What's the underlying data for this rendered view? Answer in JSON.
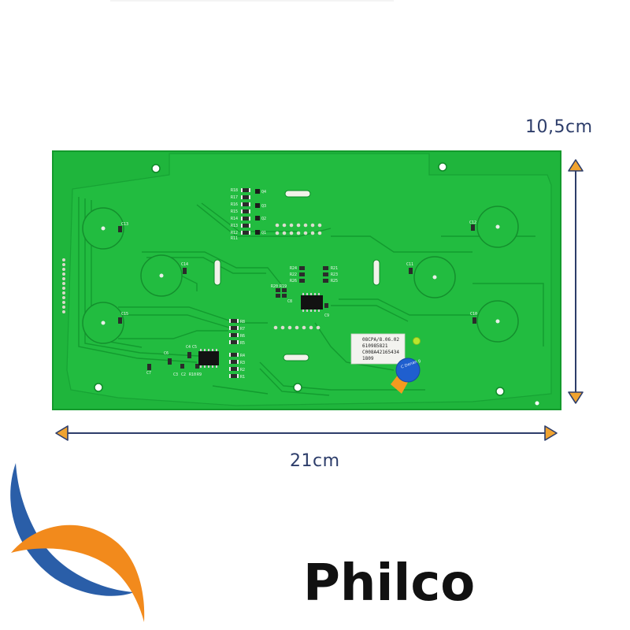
{
  "dimensions": {
    "height_label": "10,5cm",
    "width_label": "21cm"
  },
  "brand": {
    "name": "Philco"
  },
  "board": {
    "sticker_lines": [
      "08CPA/8.06.02",
      "610985821",
      "C008A42165434",
      "1809"
    ],
    "capacitor_label": "C\nDenan\ng",
    "silkscreen": [
      "C13",
      "C12",
      "C14",
      "C11",
      "C15",
      "C10",
      "Q4",
      "Q3",
      "Q2",
      "Q1",
      "R18",
      "R17",
      "R16",
      "R15",
      "R14",
      "R13",
      "R12",
      "R11",
      "R24",
      "R22",
      "R26",
      "R21",
      "R23",
      "R25",
      "R20",
      "R19",
      "C8",
      "C9",
      "R8",
      "R7",
      "R6",
      "R5",
      "R4",
      "R3",
      "R2",
      "R1",
      "C6",
      "C3",
      "C2",
      "C4",
      "R10",
      "R9",
      "C7",
      "C5"
    ]
  },
  "colors": {
    "board_green": "#1fb53c",
    "trace_green": "#17a334",
    "arrow_navy": "#2d3d6a",
    "arrow_orange": "#f0a330",
    "logo_blue": "#2a5ea8",
    "logo_orange": "#f28a1c"
  },
  "icons": [
    "arrow-up-icon",
    "arrow-down-icon",
    "arrow-left-icon",
    "arrow-right-icon",
    "philco-swoosh-icon"
  ]
}
